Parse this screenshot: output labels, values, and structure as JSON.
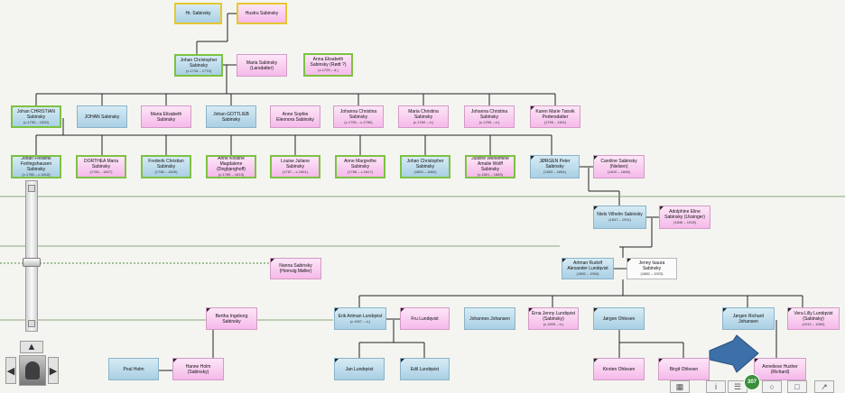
{
  "tree": {
    "people": [
      {
        "id": "p1",
        "name": "Hr. Sabinsky",
        "dates": ""
      },
      {
        "id": "p2",
        "name": "Hustru Sabinsky",
        "dates": ""
      },
      {
        "id": "p3",
        "name": "Johan Christopher Sabinsky",
        "dates": "(c.1715 – 1770)"
      },
      {
        "id": "p4",
        "name": "Maria Sabinsky (Larsdatter)",
        "dates": ""
      },
      {
        "id": "p5",
        "name": "Anna Elisabeth Sabinsky (Rødt ?)",
        "dates": "(c.1725 – d.)"
      },
      {
        "id": "p6",
        "name": "Johan CHRISTIAN Sabinsky",
        "dates": "(c.1750 – 1830)"
      },
      {
        "id": "p7",
        "name": "JOHAN Sabinsky",
        "dates": ""
      },
      {
        "id": "p8",
        "name": "Maria Elisabeth Sabinsky",
        "dates": ""
      },
      {
        "id": "p9",
        "name": "Johan GOTTLIEB Sabinsky",
        "dates": ""
      },
      {
        "id": "p10",
        "name": "Anne Sophie Eleonora Sabinsky",
        "dates": ""
      },
      {
        "id": "p11",
        "name": "Johanna Christina Sabinsky",
        "dates": "(c.1755 – c.1780)"
      },
      {
        "id": "p12",
        "name": "Maria Christina Sabinsky",
        "dates": "(c.1760 – d.)"
      },
      {
        "id": "p13",
        "name": "Johanna Christina Sabinsky",
        "dates": "(c.1765 – d.)"
      },
      {
        "id": "p14",
        "name": "Karen Marie Tøsvik Pedersdatter",
        "dates": "(1755 – 1811)"
      },
      {
        "id": "p15",
        "name": "Johan Frederik Ferlingshausen Sabinsky",
        "dates": "(c.1785 – c.1818)"
      },
      {
        "id": "p16",
        "name": "DORTHEA Maria Sabinsky",
        "dates": "(1784 – 1827)"
      },
      {
        "id": "p17",
        "name": "Frederik Christian Sabinsky",
        "dates": "(1786 – 1826)"
      },
      {
        "id": "p18",
        "name": "Anne Kristine Magdalene (Degbjerghoff)",
        "dates": "(c.1785 – 1813)"
      },
      {
        "id": "p19",
        "name": "Louise Juliane Sabinsky",
        "dates": "(1787 – c.1851)"
      },
      {
        "id": "p20",
        "name": "Anne Margrethe Sabinsky",
        "dates": "(1788 – c.1817)"
      },
      {
        "id": "p21",
        "name": "Johan Christopher Sabinsky",
        "dates": "(1800 – 1862)"
      },
      {
        "id": "p22",
        "name": "Justine Wilhelmine Amalie Wolff Sabinsky",
        "dates": "(c.1801 – 1883)"
      },
      {
        "id": "p23",
        "name": "JØRGEN Peter Sabinsky",
        "dates": "(1803 – 1854)"
      },
      {
        "id": "p24",
        "name": "Caroline Sabinsky (Nielsen)",
        "dates": "(1810 – 1848)"
      },
      {
        "id": "p25",
        "name": "Niels Vilhelm Sabinsky",
        "dates": "(1847 – 1911)"
      },
      {
        "id": "p26",
        "name": "Adolphine Eline Sabinsky (Ussinger)",
        "dates": "(1846 – 1918)"
      },
      {
        "id": "p27",
        "name": "Artman Rudolf Alexander Lundqvist",
        "dates": "(1882 – 1954)"
      },
      {
        "id": "p28",
        "name": "Jenny Isaura Sabinsky",
        "dates": "(1882 – 1923)"
      },
      {
        "id": "p29",
        "name": "Nanna Sabinsky (Hornsig Møller)",
        "dates": ""
      },
      {
        "id": "p30",
        "name": "Bertha Ingeborg Sabinsky",
        "dates": ""
      },
      {
        "id": "p31",
        "name": "Erik Artman Lundqvist",
        "dates": "(c.1907 – d.)"
      },
      {
        "id": "p32",
        "name": "Fru Lundqvist",
        "dates": ""
      },
      {
        "id": "p33",
        "name": "Johannes Johansen",
        "dates": ""
      },
      {
        "id": "p34",
        "name": "Erna Jenny Lundqvist (Sabinsky)",
        "dates": "(c.1909 – d.)"
      },
      {
        "id": "p35",
        "name": "Jørgen Ohlesen",
        "dates": ""
      },
      {
        "id": "p36",
        "name": "Jørgen Richard Johansen",
        "dates": ""
      },
      {
        "id": "p37",
        "name": "Vera Lilly Lundqvist (Sabinsky)",
        "dates": "(1912 – 1983)"
      },
      {
        "id": "p38",
        "name": "Poul Holm",
        "dates": ""
      },
      {
        "id": "p39",
        "name": "Hanne Holm (Sabinsky)",
        "dates": ""
      },
      {
        "id": "p40",
        "name": "Jan Lundqvist",
        "dates": ""
      },
      {
        "id": "p41",
        "name": "Edil Lundqvist",
        "dates": ""
      },
      {
        "id": "p42",
        "name": "Kirsten Ohlesen",
        "dates": ""
      },
      {
        "id": "p43",
        "name": "Birgit Ohlesen",
        "dates": ""
      },
      {
        "id": "p44",
        "name": "Anneliese Husher (Richard)",
        "dates": ""
      }
    ]
  },
  "toolbar": {
    "count_badge": "307",
    "icons": [
      "tree-view-icon",
      "list-view-icon",
      "info-icon",
      "search-icon",
      "print-icon",
      "share-icon"
    ]
  },
  "navigation": {
    "zoom_level": 0.5,
    "pan_up_icon": "arrow-up-icon",
    "pan_left_icon": "arrow-left-icon",
    "pan_right_icon": "arrow-right-icon",
    "home_icon": "home-person-icon"
  },
  "colors": {
    "male": "#a9cfe4",
    "female": "#f5b9ea",
    "direct_line": "#7dc242",
    "highlight_arrow": "#3d6fa8"
  }
}
